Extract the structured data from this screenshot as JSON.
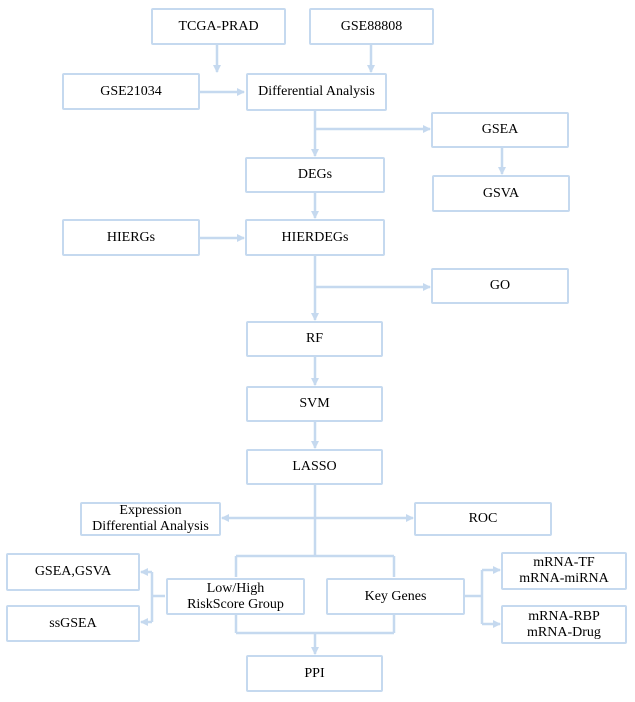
{
  "nodes": {
    "tcga_prad": "TCGA-PRAD",
    "gse88808": "GSE88808",
    "gse21034": "GSE21034",
    "differential_analysis": "Differential Analysis",
    "gsea": "GSEA",
    "gsva": "GSVA",
    "degs": "DEGs",
    "hiergs": "HIERGs",
    "hierdegs": "HIERDEGs",
    "go": "GO",
    "rf": "RF",
    "svm": "SVM",
    "lasso": "LASSO",
    "expression_differential_analysis": "Expression\nDifferential Analysis",
    "roc": "ROC",
    "gsea_gsva": "GSEA,GSVA",
    "low_high_riskscore_group": "Low/High\nRiskScore  Group",
    "key_genes": "Key Genes",
    "mrna_tf_mirna": "mRNA-TF\nmRNA-miRNA",
    "ssgsea": "ssGSEA",
    "mrna_rbp_drug": "mRNA-RBP\nmRNA-Drug",
    "ppi": "PPI"
  },
  "colors": {
    "box_border": "#c5d9ef",
    "connector": "#c5d9ef",
    "text": "#000000",
    "background": "#ffffff"
  }
}
